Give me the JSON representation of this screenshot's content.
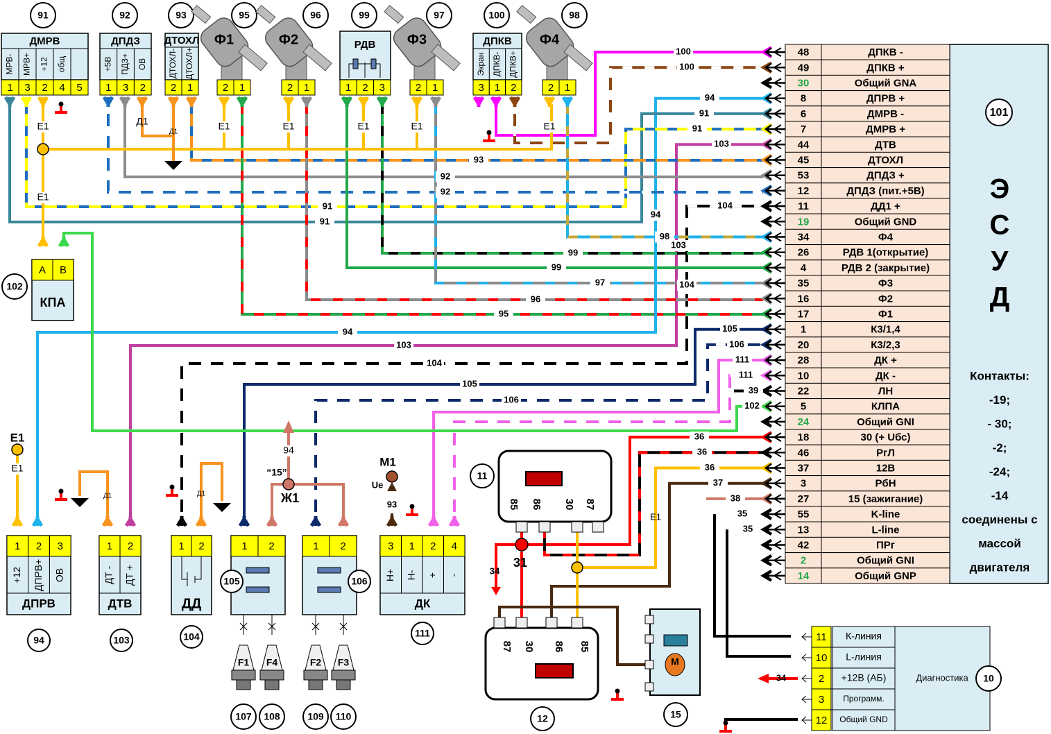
{
  "colors": {
    "yellow_pin": "#ffff00",
    "box_fill": "#daedf4",
    "ecu_pin_fill": "#fbe5d6",
    "green_pin": "#22a84a",
    "orange": "#f7931e",
    "amber": "#ffc000",
    "teal": "#3a8799",
    "yellow": "#ffff00",
    "blue": "#1f6fbf",
    "gray": "#8c8c8c",
    "green": "#22a84a",
    "lightgreen": "#3dd94c",
    "red": "#ff0000",
    "skyblue": "#1fb2ec",
    "magenta": "#ff00ff",
    "pink": "#f060e8",
    "purple": "#c040a0",
    "brown": "#8b4513",
    "darkbrown": "#4a2a10",
    "navy": "#0d2a6b",
    "salmon": "#d07868",
    "black": "#000000",
    "relay_coil": "#c00000",
    "motor": "#e87820",
    "sensor_blue": "#2a7f9a",
    "olive": "#c8a838"
  },
  "components": [
    {
      "num": "91",
      "title": "ДМРВ",
      "pins": [
        {
          "n": "1",
          "label": "МРВ-"
        },
        {
          "n": "3",
          "label": "МРВ+"
        },
        {
          "n": "2",
          "label": "+12"
        },
        {
          "n": "4",
          "label": "общ"
        },
        {
          "n": "5",
          "label": ""
        }
      ]
    },
    {
      "num": "92",
      "title": "ДПДЗ",
      "pins": [
        {
          "n": "1",
          "label": "+5В"
        },
        {
          "n": "3",
          "label": "ПДЗ+"
        },
        {
          "n": "2",
          "label": "ОВ"
        }
      ]
    },
    {
      "num": "93",
      "title": "ДТОХЛ",
      "pins": [
        {
          "n": "2",
          "label": "ДТОХЛ-"
        },
        {
          "n": "1",
          "label": "ДТОХЛ+"
        }
      ]
    },
    {
      "num": "95",
      "title": "Ф1",
      "pins": [
        {
          "n": "2"
        },
        {
          "n": "1"
        }
      ]
    },
    {
      "num": "96",
      "title": "Ф2",
      "pins": [
        {
          "n": "2"
        },
        {
          "n": "1"
        }
      ]
    },
    {
      "num": "99",
      "title": "РДВ",
      "pins": [
        {
          "n": "1"
        },
        {
          "n": "2"
        },
        {
          "n": "3"
        }
      ]
    },
    {
      "num": "97",
      "title": "Ф3",
      "pins": [
        {
          "n": "2"
        },
        {
          "n": "1"
        }
      ]
    },
    {
      "num": "100",
      "title": "ДПКВ",
      "pins": [
        {
          "n": "3",
          "label": "Экран"
        },
        {
          "n": "1",
          "label": "ДПКВ-"
        },
        {
          "n": "2",
          "label": "ДПКВ+"
        }
      ]
    },
    {
      "num": "98",
      "title": "Ф4",
      "pins": [
        {
          "n": "2"
        },
        {
          "n": "1"
        }
      ]
    },
    {
      "num": "102",
      "title": "КПА",
      "pins": [
        {
          "n": "A"
        },
        {
          "n": "B"
        }
      ]
    },
    {
      "num": "94",
      "title": "ДПРВ",
      "pins": [
        {
          "n": "1",
          "label": "+12"
        },
        {
          "n": "2",
          "label": "ДПРВ+"
        },
        {
          "n": "3",
          "label": "ОВ"
        }
      ]
    },
    {
      "num": "103",
      "title": "ДТВ",
      "pins": [
        {
          "n": "1",
          "label": "ДТ -"
        },
        {
          "n": "2",
          "label": "ДТ +"
        }
      ]
    },
    {
      "num": "104",
      "title": "ДД",
      "pins": [
        {
          "n": "1"
        },
        {
          "n": "2"
        }
      ]
    },
    {
      "num": "105",
      "title": "",
      "pins": [
        {
          "n": "1"
        },
        {
          "n": "2"
        }
      ]
    },
    {
      "num": "106",
      "title": "",
      "pins": [
        {
          "n": "1"
        },
        {
          "n": "2"
        }
      ]
    },
    {
      "num": "111",
      "title": "ДК",
      "pins": [
        {
          "n": "3",
          "label": "Н+"
        },
        {
          "n": "1",
          "label": "Н-"
        },
        {
          "n": "2",
          "label": "+"
        },
        {
          "n": "4",
          "label": "-"
        }
      ]
    },
    {
      "num": "11",
      "title": "Реле",
      "pins": [
        {
          "n": "85"
        },
        {
          "n": "86"
        },
        {
          "n": "30"
        },
        {
          "n": "87"
        }
      ]
    },
    {
      "num": "12",
      "title": "Реле",
      "pins": [
        {
          "n": "87"
        },
        {
          "n": "30"
        },
        {
          "n": "86"
        },
        {
          "n": "85"
        }
      ]
    },
    {
      "num": "15",
      "title": "",
      "motor_label": "M"
    }
  ],
  "spark_plugs": [
    {
      "label": "F1",
      "num": "107"
    },
    {
      "label": "F4",
      "num": "108"
    },
    {
      "label": "F2",
      "num": "109"
    },
    {
      "label": "F3",
      "num": "110"
    }
  ],
  "ecu": {
    "num": "101",
    "title_letters": [
      "Э",
      "С",
      "У",
      "Д"
    ],
    "note_lines": [
      "Контакты:",
      "-19;",
      "- 30;",
      "-2;",
      "-24;",
      "-14",
      "соединены с",
      "массой",
      "двигателя"
    ],
    "pins": [
      {
        "n": "48",
        "name": "ДПКВ -",
        "ground": false
      },
      {
        "n": "49",
        "name": "ДПКВ +",
        "ground": false
      },
      {
        "n": "30",
        "name": "Общий GNA",
        "ground": true
      },
      {
        "n": "8",
        "name": "ДПРВ +",
        "ground": false
      },
      {
        "n": "6",
        "name": "ДМРВ -",
        "ground": false
      },
      {
        "n": "7",
        "name": "ДМРВ +",
        "ground": false
      },
      {
        "n": "44",
        "name": "ДТВ",
        "ground": false
      },
      {
        "n": "45",
        "name": "ДТОХЛ",
        "ground": false
      },
      {
        "n": "53",
        "name": "ДПДЗ +",
        "ground": false
      },
      {
        "n": "12",
        "name": "ДПДЗ (пит.+5В)",
        "ground": false
      },
      {
        "n": "11",
        "name": "ДД1 +",
        "ground": false
      },
      {
        "n": "19",
        "name": "Общий GND",
        "ground": true
      },
      {
        "n": "34",
        "name": "Ф4",
        "ground": false
      },
      {
        "n": "26",
        "name": "РДВ 1(открытие)",
        "ground": false
      },
      {
        "n": "4",
        "name": "РДВ 2 (закрытие)",
        "ground": false
      },
      {
        "n": "35",
        "name": "Ф3",
        "ground": false
      },
      {
        "n": "16",
        "name": "Ф2",
        "ground": false
      },
      {
        "n": "17",
        "name": "Ф1",
        "ground": false
      },
      {
        "n": "1",
        "name": "К3/1,4",
        "ground": false
      },
      {
        "n": "20",
        "name": "К3/2,3",
        "ground": false
      },
      {
        "n": "28",
        "name": "ДК +",
        "ground": false
      },
      {
        "n": "10",
        "name": "ДК -",
        "ground": false
      },
      {
        "n": "22",
        "name": "ЛН",
        "ground": false
      },
      {
        "n": "5",
        "name": "КЛПА",
        "ground": false
      },
      {
        "n": "24",
        "name": "Общий GNI",
        "ground": true
      },
      {
        "n": "18",
        "name": "30 (+ Uбс)",
        "ground": false
      },
      {
        "n": "46",
        "name": "РгЛ",
        "ground": false
      },
      {
        "n": "37",
        "name": "12В",
        "ground": false
      },
      {
        "n": "3",
        "name": "РбН",
        "ground": false
      },
      {
        "n": "27",
        "name": "15 (зажигание)",
        "ground": false
      },
      {
        "n": "55",
        "name": "K-line",
        "ground": false
      },
      {
        "n": "13",
        "name": "L-line",
        "ground": false
      },
      {
        "n": "42",
        "name": "ПРг",
        "ground": false
      },
      {
        "n": "2",
        "name": "Общий GNI",
        "ground": true
      },
      {
        "n": "14",
        "name": "Общий GNP",
        "ground": true
      }
    ]
  },
  "diagnostics": {
    "num": "10",
    "title": "Диагностика",
    "pins": [
      {
        "n": "11",
        "name": "К-линия"
      },
      {
        "n": "10",
        "name": "L-линия"
      },
      {
        "n": "2",
        "name": "+12В (АБ)"
      },
      {
        "n": "3",
        "name": "Программ."
      },
      {
        "n": "12",
        "name": "Общий GND"
      }
    ],
    "wire_label": "34"
  },
  "wire_labels": {
    "w100a": "100",
    "w100b": "100",
    "w94": "94",
    "w91a": "91",
    "w91b": "91",
    "w91c": "91",
    "w91d": "91",
    "w103": "103",
    "w93": "93",
    "w92a": "92",
    "w92b": "92",
    "w104": "104",
    "w94v": "94",
    "w98": "98",
    "w103v": "103",
    "w99a": "99",
    "w99b": "99",
    "w104v": "104",
    "w97": "97",
    "w96": "96",
    "w95": "95",
    "w94h": "94",
    "w103h": "103",
    "w104h": "104",
    "w105": "105",
    "w106": "106",
    "w105h": "105",
    "w106h": "106",
    "w111a": "111",
    "w111b": "111",
    "w39": "39",
    "w102": "102",
    "w36a": "36",
    "w36b": "36",
    "w36c": "36",
    "w37": "37",
    "w38": "38",
    "w35a": "35",
    "w35b": "35",
    "w34": "34",
    "w93m": "93",
    "w94z": "94"
  },
  "nodes": {
    "e1": "E1",
    "d1": "Д1",
    "zh1": "Ж1",
    "q15": "“15”",
    "m1": "M1",
    "ue": "Ue",
    "n31": "31"
  }
}
